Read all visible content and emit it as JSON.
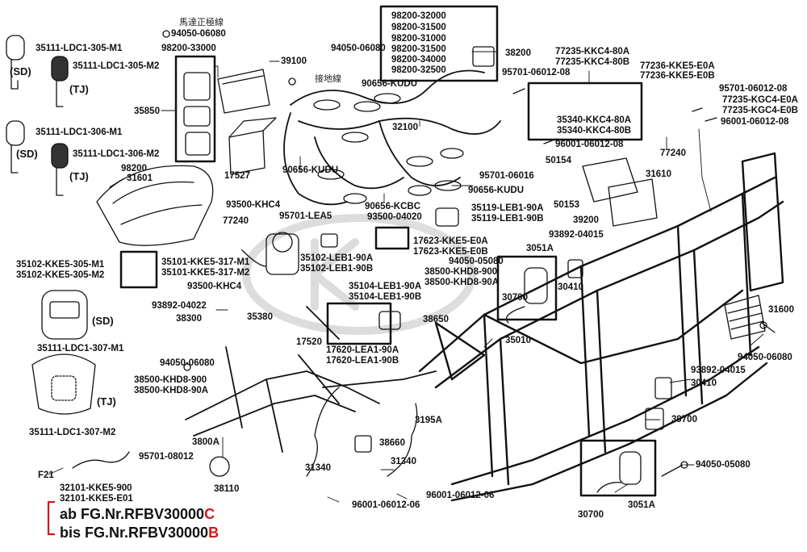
{
  "colors": {
    "line": "#111111",
    "accent_red": "#d21a1a",
    "watermark": "#cfcfcf"
  },
  "watermark": "KYMCO",
  "chinese_labels": {
    "motor_positive_wire": "馬達正極線",
    "ground_wire": "接地線"
  },
  "variant_tags": {
    "sd": "(SD)",
    "tj": "(TJ)"
  },
  "part_numbers": {
    "p94050_06080": "94050-06080",
    "p98200_33000": "98200-33000",
    "p35111_ldc1_305_m1": "35111-LDC1-305-M1",
    "p35111_ldc1_305_m2": "35111-LDC1-305-M2",
    "p35111_ldc1_306_m1": "35111-LDC1-306-M1",
    "p35111_ldc1_306_m2": "35111-LDC1-306-M2",
    "p35850": "35850",
    "p39100": "39100",
    "p98200": "98200",
    "p31601": "31601",
    "p17527": "17527",
    "p93500_khc4": "93500-KHC4",
    "p77240": "77240",
    "p95701_lea5": "95701-LEA5",
    "p35102_kke5_305_m1": "35102-KKE5-305-M1",
    "p35102_kke5_305_m2": "35102-KKE5-305-M2",
    "p35101_kke5_317_m1": "35101-KKE5-317-M1",
    "p35101_kke5_317_m2": "35101-KKE5-317-M2",
    "p35102_leb1_90a": "35102-LEB1-90A",
    "p35102_leb1_90b": "35102-LEB1-90B",
    "p35111_ldc1_307_m1": "35111-LDC1-307-M1",
    "p35111_ldc1_307_m2": "35111-LDC1-307-M2",
    "p93892_04022": "93892-04022",
    "p35380": "35380",
    "p38300": "38300",
    "p38500_khd8_900": "38500-KHD8-900",
    "p38500_khd8_90a": "38500-KHD8-90A",
    "p3800a": "3800A",
    "p95701_08012": "95701-08012",
    "p38110": "38110",
    "pf21": "F21",
    "p32101_kke5_900": "32101-KKE5-900",
    "p32101_kke5_e01": "32101-KKE5-E01",
    "p94050_06080_b": "94050-06080",
    "p90656_kudu": "90656-KUDU",
    "p98200_32000": "98200-32000",
    "p98200_31500": "98200-31500",
    "p98200_31000": "98200-31000",
    "p98200_31500_b": "98200-31500",
    "p98200_34000": "98200-34000",
    "p98200_32500": "98200-32500",
    "p38200": "38200",
    "p32100": "32100",
    "p90656_kudu_b": "90656-KUDU",
    "p90656_kudu_c": "90656-KUDU",
    "p90656_kcbc": "90656-KCBC",
    "p93500_04020": "93500-04020",
    "p35119_leb1_90a": "35119-LEB1-90A",
    "p35119_leb1_90b": "35119-LEB1-90B",
    "p17623_kke5_e0a": "17623-KKE5-E0A",
    "p17623_kke5_e0b": "17623-KKE5-E0B",
    "p35104_leb1_90a": "35104-LEB1-90A",
    "p35104_leb1_90b": "35104-LEB1-90B",
    "p38650": "38650",
    "p17520": "17520",
    "p17620_lea1_90a": "17620-LEA1-90A",
    "p17620_lea1_90b": "17620-LEA1-90B",
    "p3195a": "3195A",
    "p38660": "38660",
    "p31340": "31340",
    "p31340_b": "31340",
    "p96001_06012_06": "96001-06012-06",
    "p96001_06012_06_b": "96001-06012-06",
    "p95701_06012_08": "95701-06012-08",
    "p77235_kkc4_80a": "77235-KKC4-80A",
    "p77235_kkc4_80b": "77235-KKC4-80B",
    "p35340_kkc4_80a": "35340-KKC4-80A",
    "p35340_kkc4_80b": "35340-KKC4-80B",
    "p96001_06012_08": "96001-06012-08",
    "p50154": "50154",
    "p95701_06016": "95701-06016",
    "p50153": "50153",
    "p39200": "39200",
    "p93892_04015": "93892-04015",
    "p3051a": "3051A",
    "p94050_05080": "94050-05080",
    "p38500_khd8_900_b": "38500-KHD8-900",
    "p38500_khd8_90a_b": "38500-KHD8-90A",
    "p30700": "30700",
    "p30410": "30410",
    "p35010": "35010",
    "p77236_kke5_e0a": "77236-KKE5-E0A",
    "p77236_kke5_e0b": "77236-KKE5-E0B",
    "p95701_06012_08_b": "95701-06012-08",
    "p77235_kgc4_e0a": "77235-KGC4-E0A",
    "p77235_kgc4_e0b": "77235-KGC4-E0B",
    "p96001_06012_08_b": "96001-06012-08",
    "p77240_b": "77240",
    "p31610": "31610",
    "p31600": "31600",
    "p94050_06080_c": "94050-06080",
    "p93892_04015_b": "93892-04015",
    "p30410_b": "30410",
    "p39700": "39700",
    "p94050_05080_b": "94050-05080",
    "p30700_b": "30700",
    "p3051a_b": "3051A"
  },
  "frame_number_note": {
    "ab_prefix": "ab FG.Nr.RFBV30000",
    "ab_suffix": "C",
    "bis_prefix": "bis FG.Nr.RFBV30000",
    "bis_suffix": "B"
  }
}
